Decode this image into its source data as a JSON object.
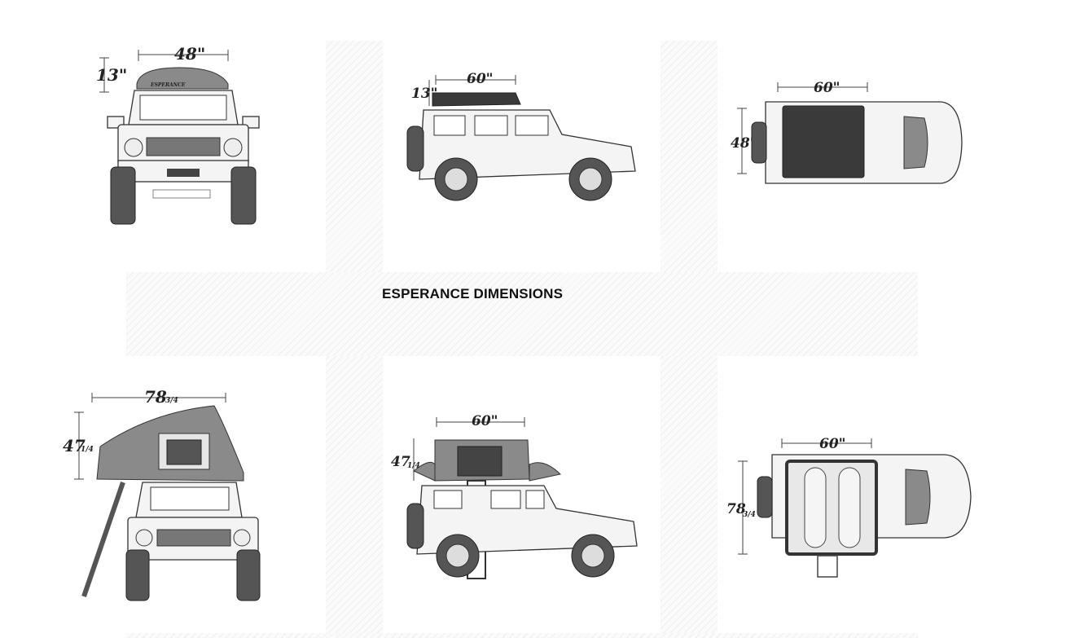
{
  "section": {
    "title": "ESPERANCE DIMENSIONS"
  },
  "diagrams": {
    "closed_front": {
      "width": "48\"",
      "height": "13\"",
      "badge": "ESPERANCE"
    },
    "closed_side": {
      "width": "60\"",
      "height": "13\""
    },
    "closed_top": {
      "width": "60\"",
      "length": "48\""
    },
    "open_front": {
      "width": "78",
      "width_frac": "3/4",
      "height": "47",
      "height_frac": "1/4"
    },
    "open_side": {
      "width": "60\"",
      "height": "47",
      "height_frac": "1/4"
    },
    "open_top": {
      "width": "60\"",
      "length": "78",
      "length_frac": "3/4"
    }
  },
  "colors": {
    "background": "#ffffff",
    "hatch": "#f3f3f3",
    "text": "#111111"
  }
}
